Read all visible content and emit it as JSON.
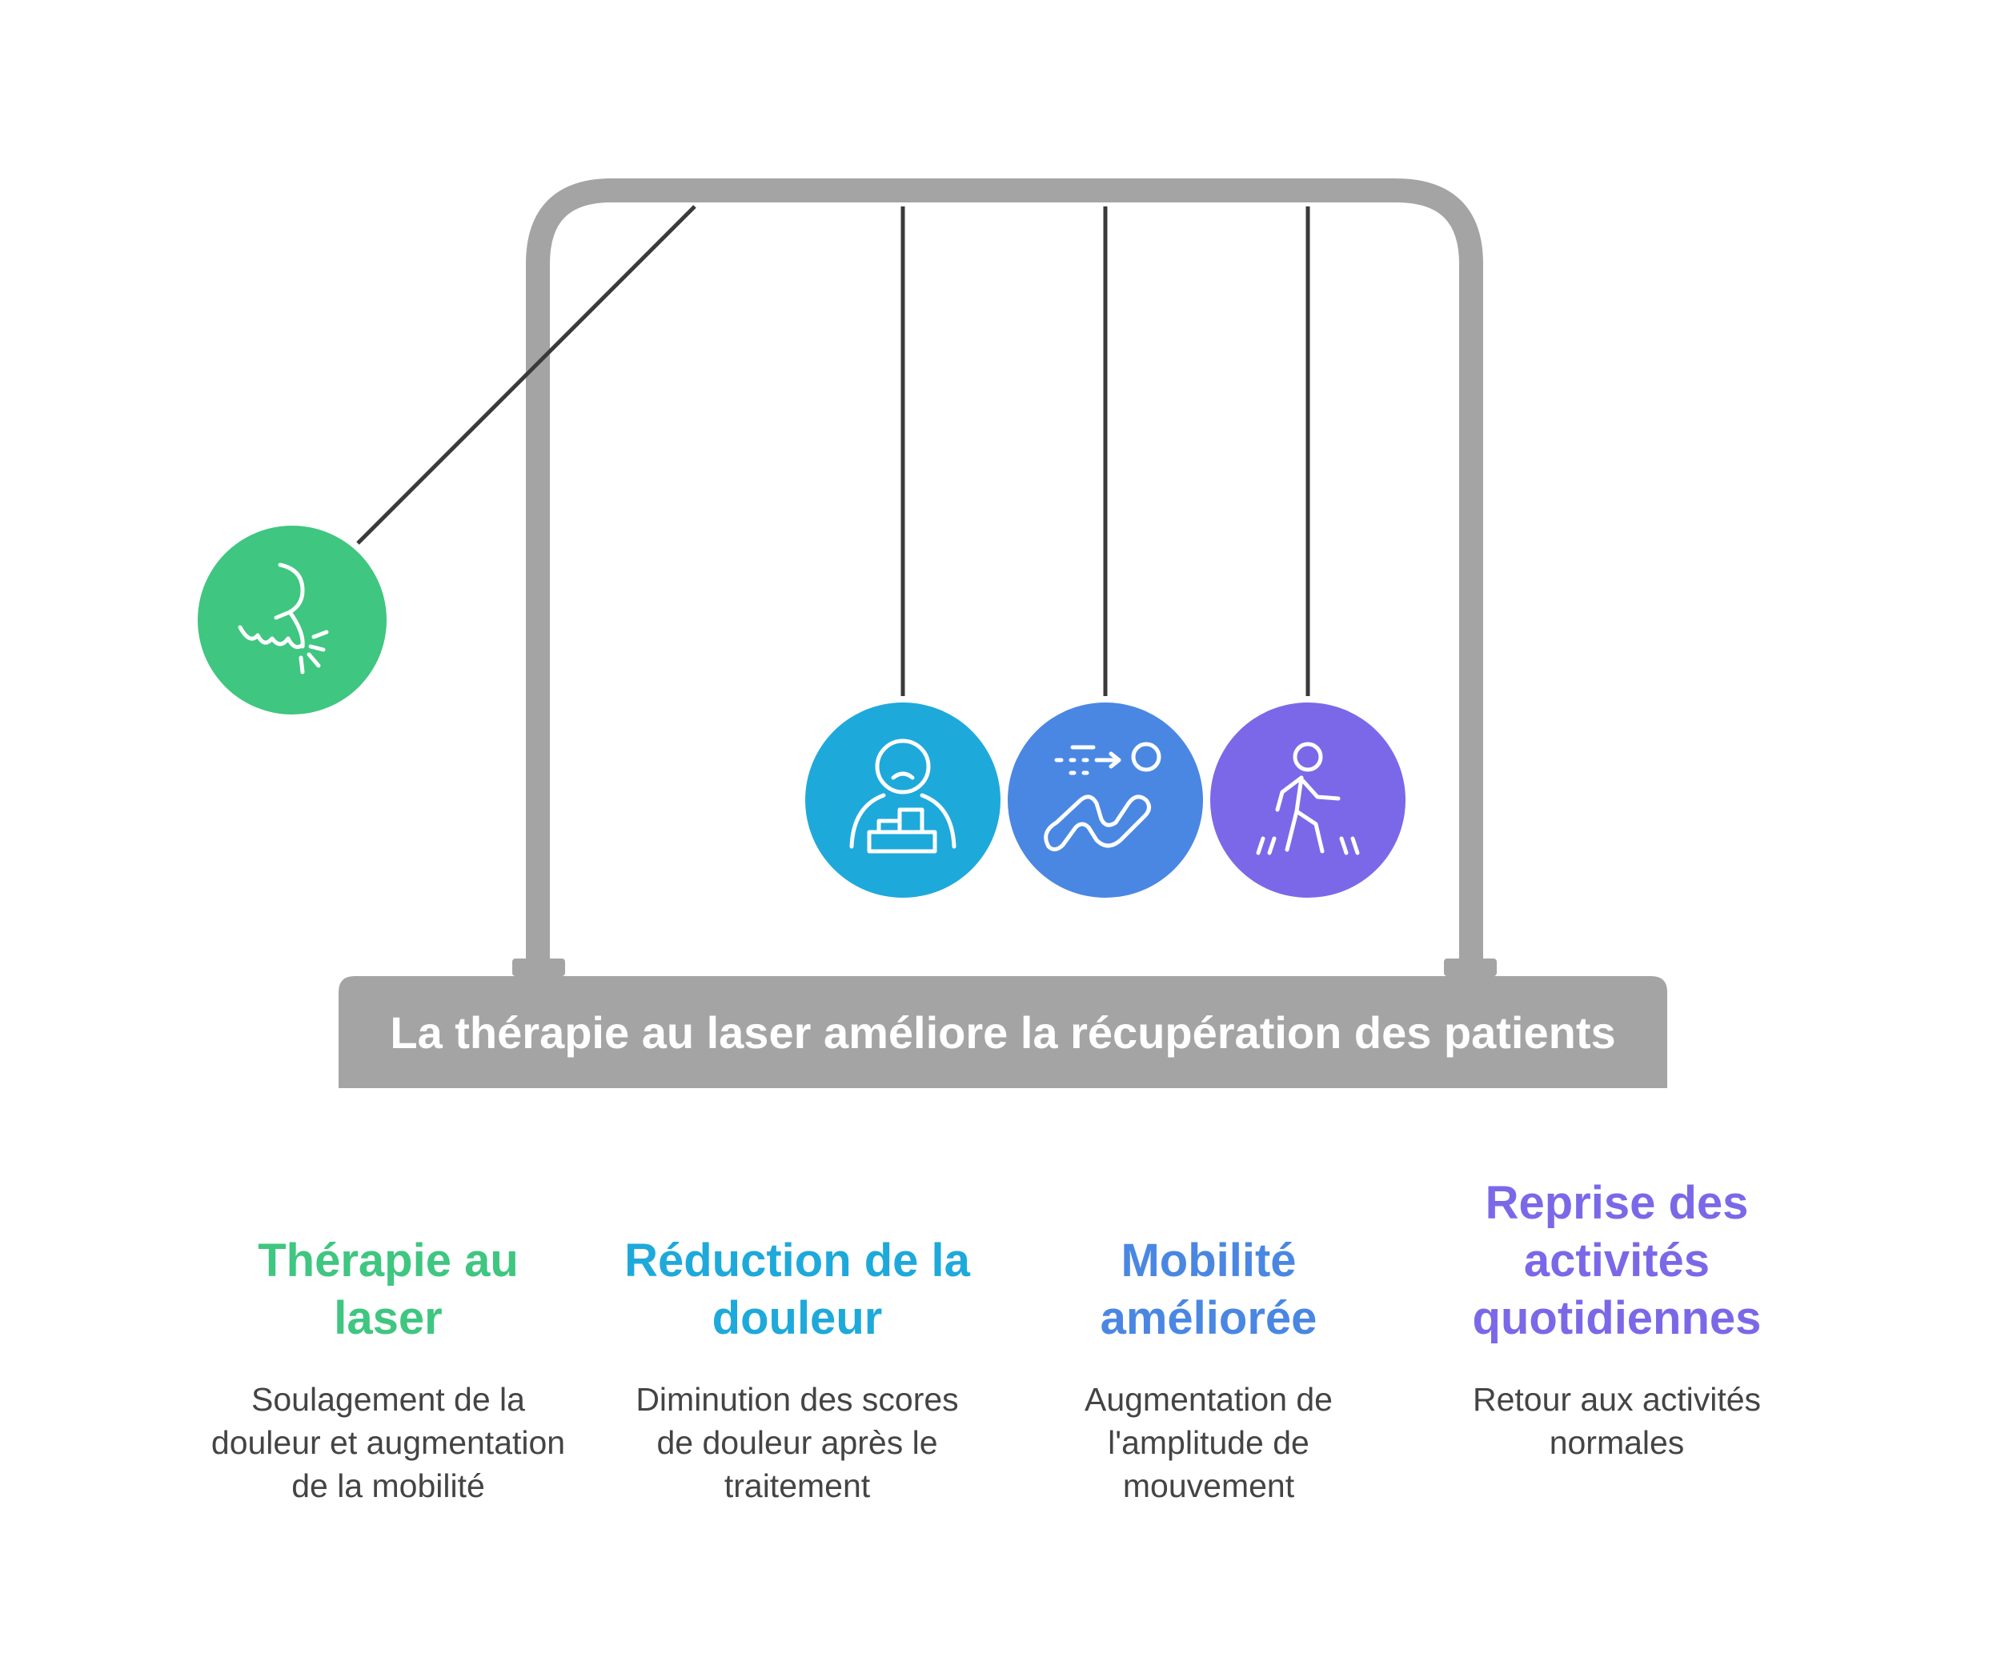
{
  "title": "La thérapie au laser améliore la récupération des patients",
  "steps": [
    {
      "title": "Thérapie au laser",
      "description": "Soulagement de la douleur et augmentation de la mobilité",
      "color": "#3fc680",
      "icon": "laser-hand-icon"
    },
    {
      "title": "Réduction de la douleur",
      "description": "Diminution des scores de douleur après le traitement",
      "color": "#1ea9db",
      "icon": "patient-pain-icon"
    },
    {
      "title": "Mobilité améliorée",
      "description": "Augmentation de l'amplitude de mouvement",
      "color": "#4a87e3",
      "icon": "stretching-icon"
    },
    {
      "title": "Reprise des activités quotidiennes",
      "description": "Retour aux activités normales",
      "color": "#7b68e8",
      "icon": "walking-person-icon"
    }
  ],
  "colors": {
    "frame": "#a4a4a4",
    "string": "#3a3a3a"
  }
}
